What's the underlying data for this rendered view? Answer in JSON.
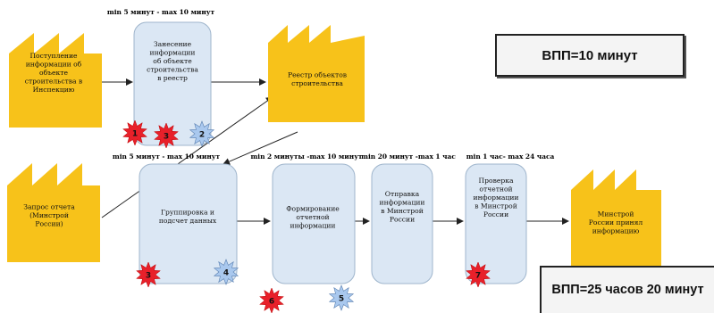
{
  "header_text": "",
  "factories": [
    {
      "id": "f1",
      "label": "Поступление информации об объекте строительства в Инспекцию"
    },
    {
      "id": "f2",
      "label": "Реестр объектов строительства"
    },
    {
      "id": "f3",
      "label": "Запрос отчета (Минстрой России)"
    },
    {
      "id": "f4",
      "label": "Минстрой России принял информацию"
    }
  ],
  "processes": [
    {
      "id": "p1",
      "label": "Занесение информации об объекте строительства в реестр",
      "time": "min 5 минут - max 10 минут"
    },
    {
      "id": "p2",
      "label": "Группировка и подсчет данных",
      "time": "min 5 минут - max 10 минут"
    },
    {
      "id": "p3",
      "label": "Формирование отчетной информации",
      "time": "min 2 минуты -max 10 минут"
    },
    {
      "id": "p4",
      "label": "Отправка информации в Минстрой России",
      "time": "min 20 минут -max 1 час"
    },
    {
      "id": "p5",
      "label": "Проверка отчетной информации в Минстрой России",
      "time": "min 1 час- max 24 часа"
    }
  ],
  "badges": [
    {
      "id": "b1",
      "label": "1",
      "kind": "problem"
    },
    {
      "id": "b2",
      "label": "3",
      "kind": "problem"
    },
    {
      "id": "b3",
      "label": "2",
      "kind": "improvement"
    },
    {
      "id": "b4",
      "label": "3",
      "kind": "problem"
    },
    {
      "id": "b5",
      "label": "4",
      "kind": "improvement"
    },
    {
      "id": "b6",
      "label": "6",
      "kind": "problem"
    },
    {
      "id": "b7",
      "label": "5",
      "kind": "improvement"
    },
    {
      "id": "b8",
      "label": "7",
      "kind": "problem"
    }
  ],
  "summary": {
    "top": "ВПП=10 минут",
    "bottom": "ВПП=25 часов 20 минут"
  },
  "colors": {
    "factory": "#f7c21a",
    "process_fill": "#dbe7f4",
    "process_stroke": "#9fb5cc",
    "problem_star": "#e8202a",
    "improvement_star": "#a9c8ee"
  }
}
